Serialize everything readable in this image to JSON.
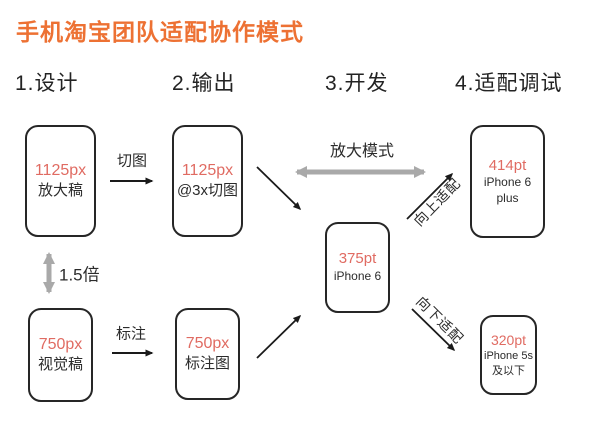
{
  "title": "手机淘宝团队适配协作模式",
  "columns": [
    {
      "label": "1.设计"
    },
    {
      "label": "2.输出"
    },
    {
      "label": "3.开发"
    },
    {
      "label": "4.适配调试"
    }
  ],
  "boxes": {
    "design_large": {
      "value": "1125px",
      "label": "放大稿"
    },
    "design_visual": {
      "value": "750px",
      "label": "视觉稿"
    },
    "output_slices": {
      "value": "1125px",
      "label": "@3x切图"
    },
    "output_annotated": {
      "value": "750px",
      "label": "标注图"
    },
    "dev_iphone6": {
      "value": "375pt",
      "label": "iPhone 6"
    },
    "adapt_iphone6plus": {
      "value": "414pt",
      "label": "iPhone 6 plus"
    },
    "adapt_iphone5s": {
      "value": "320pt",
      "label": "iPhone 5s",
      "label2": "及以下"
    }
  },
  "arrow_labels": {
    "slice": "切图",
    "annotate": "标注",
    "scale_factor": "1.5倍",
    "zoom_mode": "放大模式",
    "adapt_up": "向上适配",
    "adapt_down": "向下适配"
  },
  "colors": {
    "title_orange": "#ED7133",
    "value_red": "#E06B62",
    "text_dark": "#2B2B2B",
    "box_border": "#262626",
    "gray_arrow": "#A9A9A9"
  }
}
